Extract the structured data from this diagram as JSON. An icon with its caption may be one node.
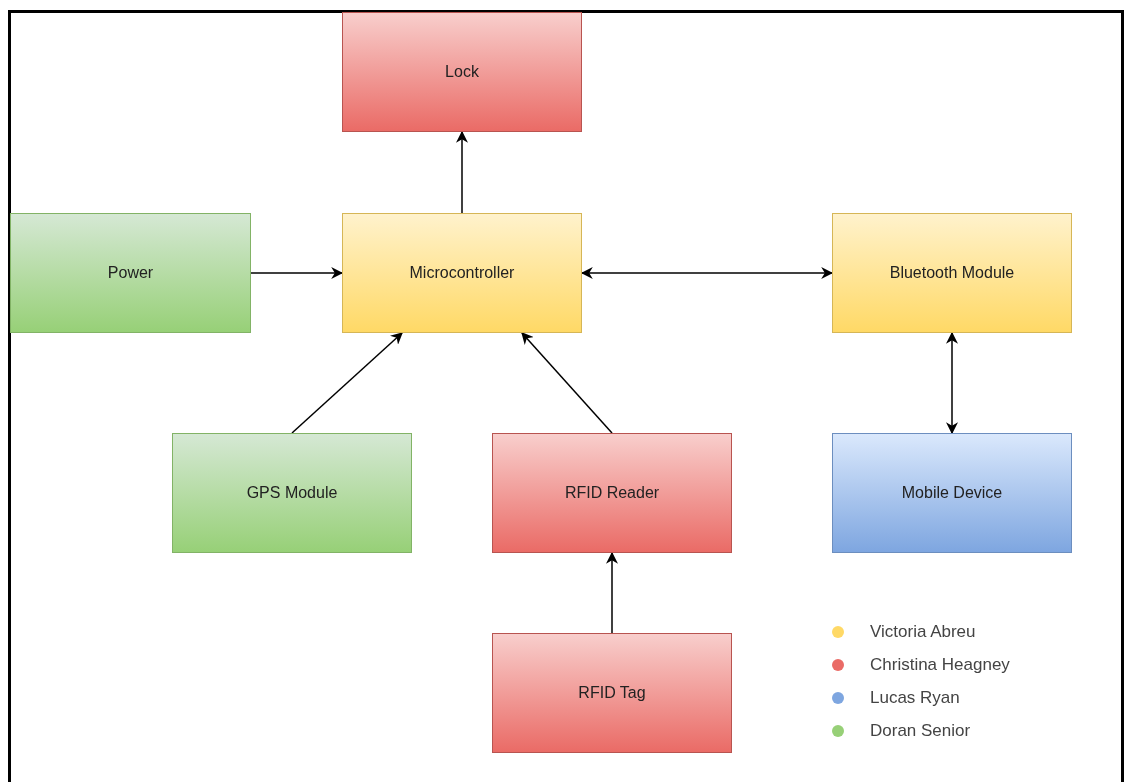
{
  "diagram": {
    "nodes": [
      {
        "text": [
          "Lock"
        ]
      },
      {
        "text": [
          "Power"
        ]
      },
      {
        "text": [
          "Microcontroller"
        ]
      },
      {
        "text": [
          "Bluetooth Module"
        ]
      },
      {
        "text": [
          "GPS Module"
        ]
      },
      {
        "text": [
          "RFID Reader"
        ]
      },
      {
        "text": [
          "Mobile Device"
        ]
      },
      {
        "text": [
          "RFID Tag"
        ]
      }
    ],
    "edges": [
      {
        "from": 2,
        "to": 0,
        "arrow": "to"
      },
      {
        "from": 1,
        "to": 2,
        "arrow": "to"
      },
      {
        "from": 2,
        "to": 3,
        "arrow": "both"
      },
      {
        "from": 4,
        "to": 2,
        "arrow": "to"
      },
      {
        "from": 5,
        "to": 2,
        "arrow": "to"
      },
      {
        "from": 3,
        "to": 6,
        "arrow": "both"
      },
      {
        "from": 7,
        "to": 5,
        "arrow": "to"
      }
    ],
    "legend": [
      {
        "text": "Victoria Abreu",
        "color": "#ffd966"
      },
      {
        "text": "Christina Heagney",
        "color": "#ea6b66"
      },
      {
        "text": "Lucas Ryan",
        "color": "#7ea6e0"
      },
      {
        "text": "Doran Senior",
        "color": "#97d077"
      }
    ]
  }
}
